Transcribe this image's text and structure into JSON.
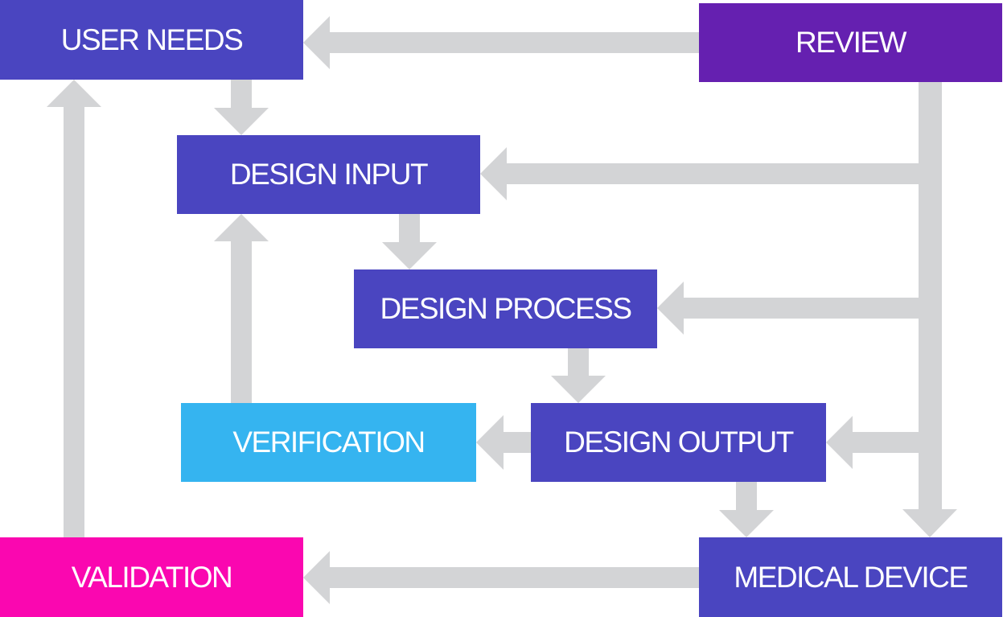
{
  "colors": {
    "process_box": "#4a45c0",
    "review_box": "#6520b0",
    "verification_box": "#35b4f0",
    "validation_box": "#fa07b0",
    "arrow": "#d3d4d6",
    "label_text": "#ffffff"
  },
  "boxes": {
    "user_needs": "USER NEEDS",
    "review": "REVIEW",
    "design_input": "DESIGN INPUT",
    "design_process": "DESIGN PROCESS",
    "verification": "VERIFICATION",
    "design_output": "DESIGN OUTPUT",
    "validation": "VALIDATION",
    "medical_device": "MEDICAL DEVICE"
  },
  "connections": [
    {
      "from": "review",
      "to": "user_needs"
    },
    {
      "from": "user_needs",
      "to": "design_input"
    },
    {
      "from": "review",
      "to": "design_input"
    },
    {
      "from": "design_input",
      "to": "design_process"
    },
    {
      "from": "review",
      "to": "design_process"
    },
    {
      "from": "design_process",
      "to": "design_output"
    },
    {
      "from": "review",
      "to": "design_output"
    },
    {
      "from": "design_output",
      "to": "verification"
    },
    {
      "from": "verification",
      "to": "design_input"
    },
    {
      "from": "design_output",
      "to": "medical_device"
    },
    {
      "from": "review",
      "to": "medical_device"
    },
    {
      "from": "medical_device",
      "to": "validation"
    },
    {
      "from": "validation",
      "to": "user_needs"
    }
  ]
}
